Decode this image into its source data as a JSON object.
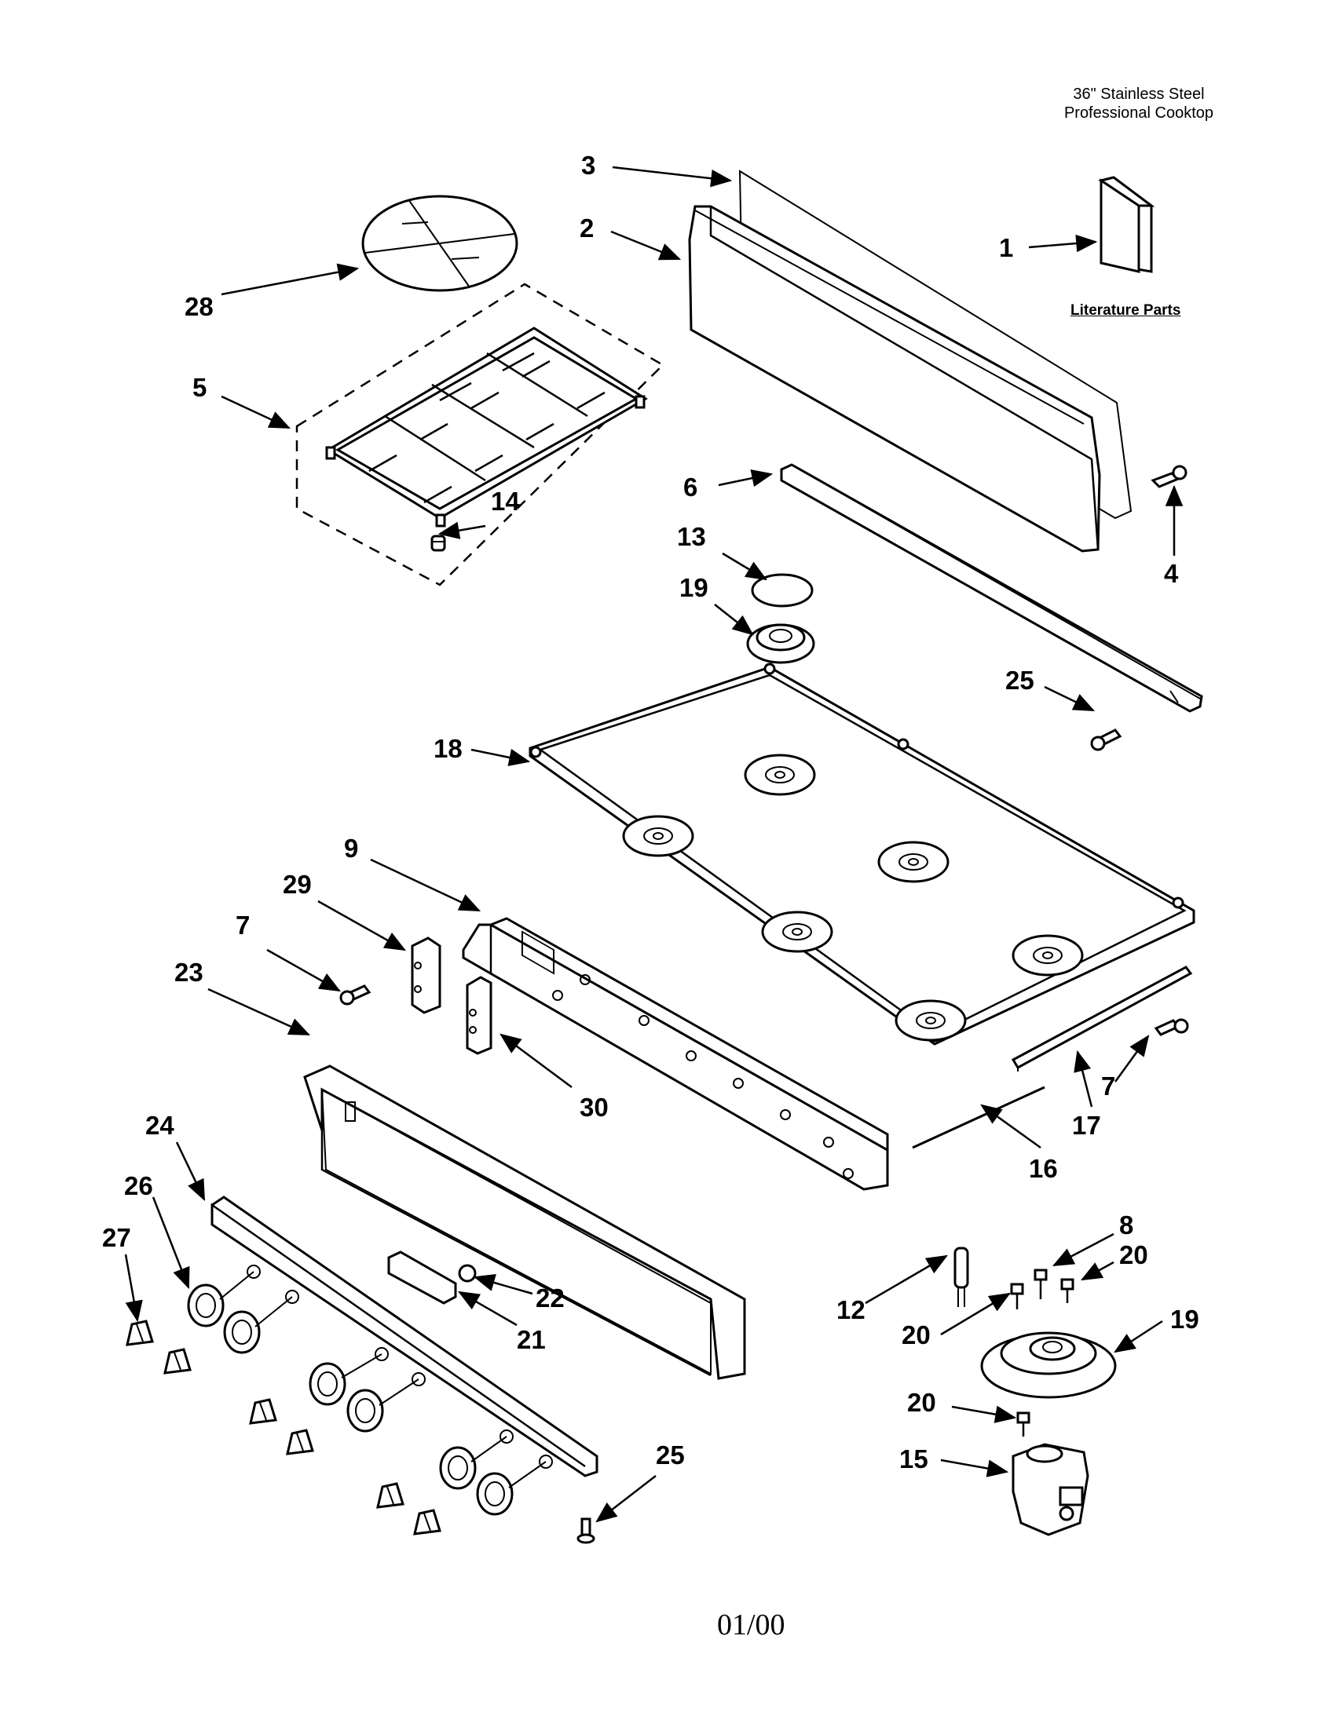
{
  "header": {
    "line1": "36\" Stainless Steel",
    "line2": "Professional Cooktop"
  },
  "literature_label": "Literature Parts",
  "date_code": "01/00",
  "callouts": {
    "c1": "1",
    "c2": "2",
    "c3": "3",
    "c4": "4",
    "c5": "5",
    "c6": "6",
    "c7a": "7",
    "c7b": "7",
    "c8": "8",
    "c9": "9",
    "c12": "12",
    "c13": "13",
    "c14": "14",
    "c15": "15",
    "c16": "16",
    "c17": "17",
    "c18": "18",
    "c19a": "19",
    "c19b": "19",
    "c20a": "20",
    "c20b": "20",
    "c20c": "20",
    "c21": "21",
    "c22": "22",
    "c23": "23",
    "c24": "24",
    "c25a": "25",
    "c25b": "25",
    "c26": "26",
    "c27": "27",
    "c28": "28",
    "c29": "29",
    "c30": "30"
  }
}
